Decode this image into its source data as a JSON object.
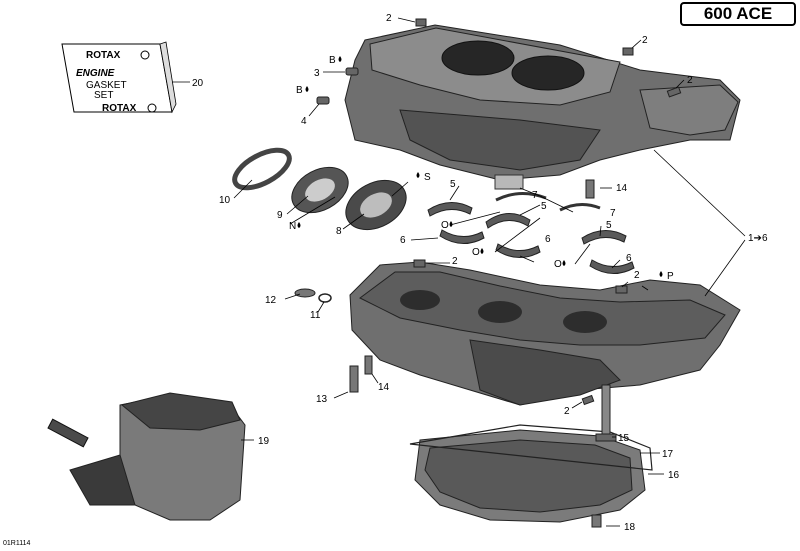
{
  "model_badge": "600 ACE",
  "gasket_card": {
    "brand_top": "ROTAX",
    "title_line1": "ENGINE",
    "title_line2": "GASKET",
    "title_line3": "SET",
    "brand_bottom": "ROTAX"
  },
  "callouts": {
    "c2a": "2",
    "c2b": "2",
    "c2c": "2",
    "c2d": "2",
    "c2e": "2",
    "c2f": "2",
    "c3": "3",
    "c4": "4",
    "c5a": "5",
    "c5b": "5",
    "c5c": "5",
    "c6a": "6",
    "c6b": "6",
    "c6c": "6",
    "c7a": "7",
    "c7b": "7",
    "c8": "8",
    "c9": "9",
    "c10": "10",
    "c11": "11",
    "c12": "12",
    "c13": "13",
    "c14a": "14",
    "c14b": "14",
    "c15": "15",
    "c16": "16",
    "c17": "17",
    "c18": "18",
    "c19": "19",
    "c20": "20",
    "c1to6": "1➔6"
  },
  "lubricant_codes": {
    "b1": "B",
    "b2": "B",
    "s": "S",
    "n": "N",
    "o1": "O",
    "o2": "O",
    "o3": "O",
    "p": "P"
  },
  "doc_code": "01R1114",
  "colors": {
    "metal": "#6f6f6f",
    "metal_dark": "#3c3c3c",
    "metal_light": "#a7a7a7",
    "line": "#000000"
  }
}
